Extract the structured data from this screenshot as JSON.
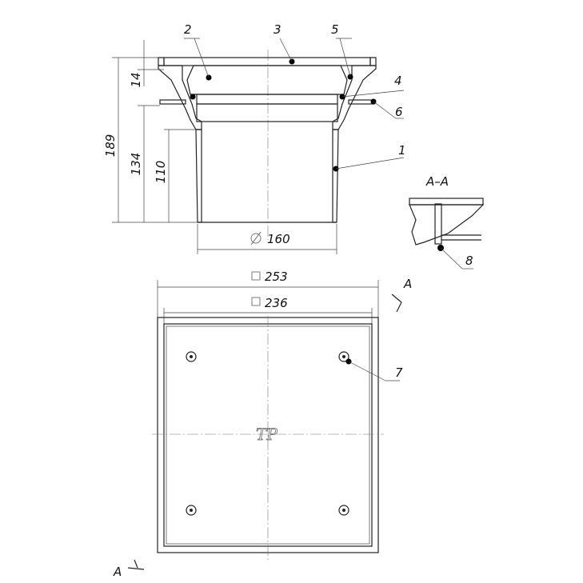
{
  "drawing": {
    "dimensions": {
      "height_total": "189",
      "height_lower": "134",
      "height_pipe": "110",
      "height_top": "14",
      "pipe_diameter": "160",
      "outer_square": "253",
      "inner_square": "236"
    },
    "part_labels": [
      "1",
      "2",
      "3",
      "4",
      "5",
      "6",
      "7",
      "8"
    ],
    "section_label": "A–A",
    "section_marker": "A",
    "logo_text": "ТР",
    "colors": {
      "line": "#222222",
      "background": "#ffffff"
    }
  }
}
